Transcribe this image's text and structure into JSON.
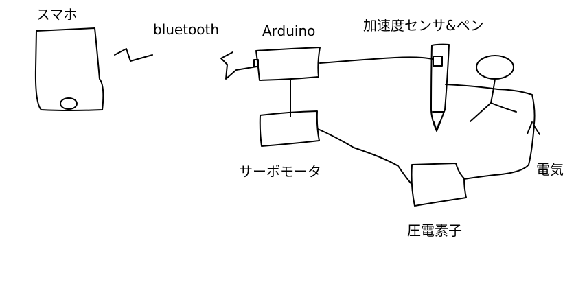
{
  "labels": {
    "smartphone": "スマホ",
    "bluetooth": "bluetooth",
    "arduino": "Arduino",
    "sensor_pen": "加速度センサ&ペン",
    "servo_motor": "サーボモータ",
    "piezo": "圧電素子",
    "electricity": "電気"
  },
  "colors": {
    "stroke": "#000000",
    "background": "#ffffff"
  }
}
